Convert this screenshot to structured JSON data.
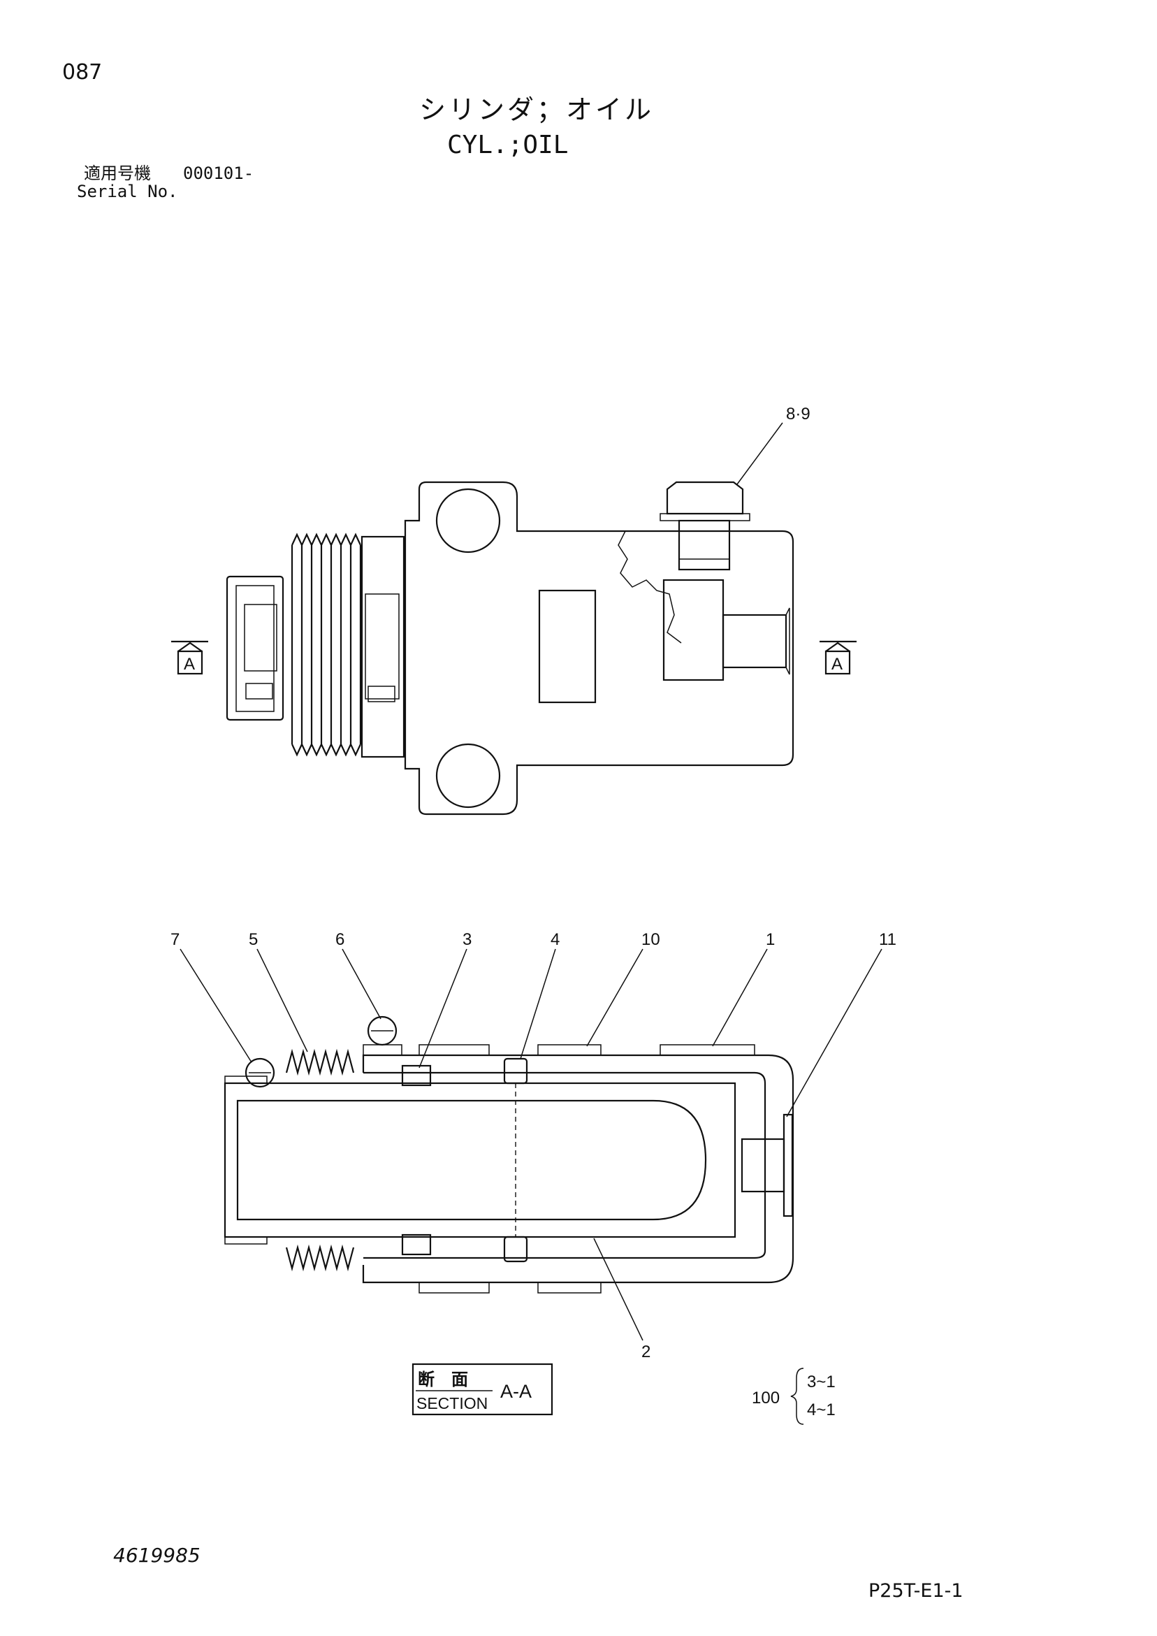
{
  "header": {
    "page_number": "087",
    "title_jp": "シリンダ；オイル",
    "title_en": "CYL.;OIL",
    "serial_label_jp": "適用号機",
    "serial_value": "000101-",
    "serial_label_en": "Serial No."
  },
  "top_view": {
    "callout": "8·9",
    "section_mark_left": "A",
    "section_mark_right": "A"
  },
  "section_view": {
    "callouts": {
      "c7": "7",
      "c5": "5",
      "c6": "6",
      "c3": "3",
      "c4": "4",
      "c10": "10",
      "c1": "1",
      "c11": "11",
      "c2": "2"
    },
    "section_box": {
      "jp": "断　面",
      "en": "SECTION",
      "id": "A-A"
    }
  },
  "kit_note": {
    "qty": "100",
    "line1": "3~1",
    "line2": "4~1"
  },
  "footer": {
    "part_number": "4619985",
    "sheet_code": "P25T-E1-1"
  }
}
